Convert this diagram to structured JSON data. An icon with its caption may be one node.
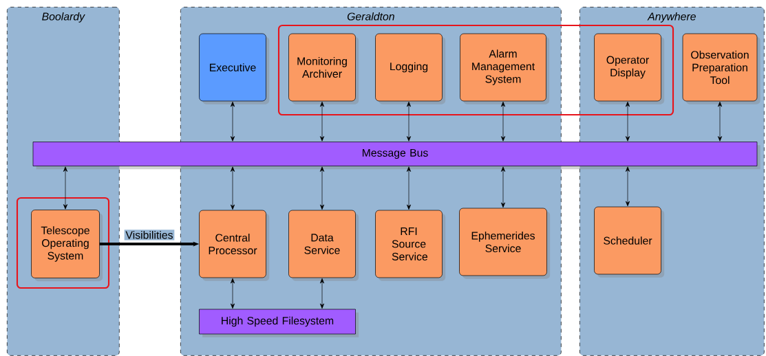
{
  "diagram": {
    "nodes": [
      {
        "text": [
          "Boolardy"
        ]
      },
      {
        "text": [
          "Geraldton"
        ]
      },
      {
        "text": [
          "Anywhere"
        ]
      },
      {
        "text": [
          "Executive"
        ],
        "in": 1
      },
      {
        "text": [
          "Monitoring Archiver"
        ],
        "in": 1
      },
      {
        "text": [
          "Logging"
        ],
        "in": 1
      },
      {
        "text": [
          "Alarm Management System"
        ],
        "in": 1
      },
      {
        "text": [
          "Operator Display"
        ],
        "in": 2
      },
      {
        "text": [
          "Observation Preparation Tool"
        ],
        "in": 2
      },
      {
        "text": [
          "Message Bus"
        ]
      },
      {
        "text": [
          "Telescope Operating System"
        ],
        "in": 0
      },
      {
        "text": [
          "Central Processor"
        ],
        "in": 1
      },
      {
        "text": [
          "Data Service"
        ],
        "in": 1
      },
      {
        "text": [
          "RFI Source Service"
        ],
        "in": 1
      },
      {
        "text": [
          "Ephemerides Service"
        ],
        "in": 1
      },
      {
        "text": [
          "Scheduler"
        ],
        "in": 2
      },
      {
        "text": [
          "High Speed Filesystem"
        ],
        "in": 1
      }
    ],
    "edges": [
      {
        "from": 3,
        "to": 9,
        "arrow": "both"
      },
      {
        "from": 4,
        "to": 9,
        "arrow": "both"
      },
      {
        "from": 5,
        "to": 9,
        "arrow": "both"
      },
      {
        "from": 6,
        "to": 9,
        "arrow": "both"
      },
      {
        "from": 7,
        "to": 9,
        "arrow": "both"
      },
      {
        "from": 8,
        "to": 9,
        "arrow": "both"
      },
      {
        "from": 9,
        "to": 10,
        "arrow": "both"
      },
      {
        "from": 9,
        "to": 11,
        "arrow": "both"
      },
      {
        "from": 9,
        "to": 12,
        "arrow": "both"
      },
      {
        "from": 9,
        "to": 13,
        "arrow": "both"
      },
      {
        "from": 9,
        "to": 14,
        "arrow": "both"
      },
      {
        "from": 9,
        "to": 15,
        "arrow": "both"
      },
      {
        "from": 11,
        "to": 16,
        "arrow": "both"
      },
      {
        "from": 12,
        "to": 16,
        "arrow": "both"
      },
      {
        "from": 10,
        "to": 11,
        "arrow": "to",
        "label": "Visibilities",
        "style": "thick"
      }
    ]
  }
}
